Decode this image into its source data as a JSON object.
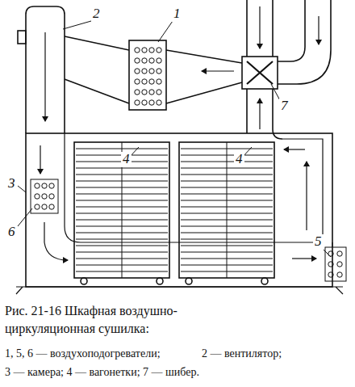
{
  "diagram": {
    "caption": "Рис. 21-16 Шкафная воздушно-циркуляционная сушилка:",
    "labels": [
      "1",
      "2",
      "3",
      "4",
      "4",
      "5",
      "6",
      "7",
      "1, 5, 6 — воздухоподогреватели;",
      "2 — вентилятор;",
      "3 — камера; 4 — вагонетки; 7 — шибер."
    ]
  }
}
